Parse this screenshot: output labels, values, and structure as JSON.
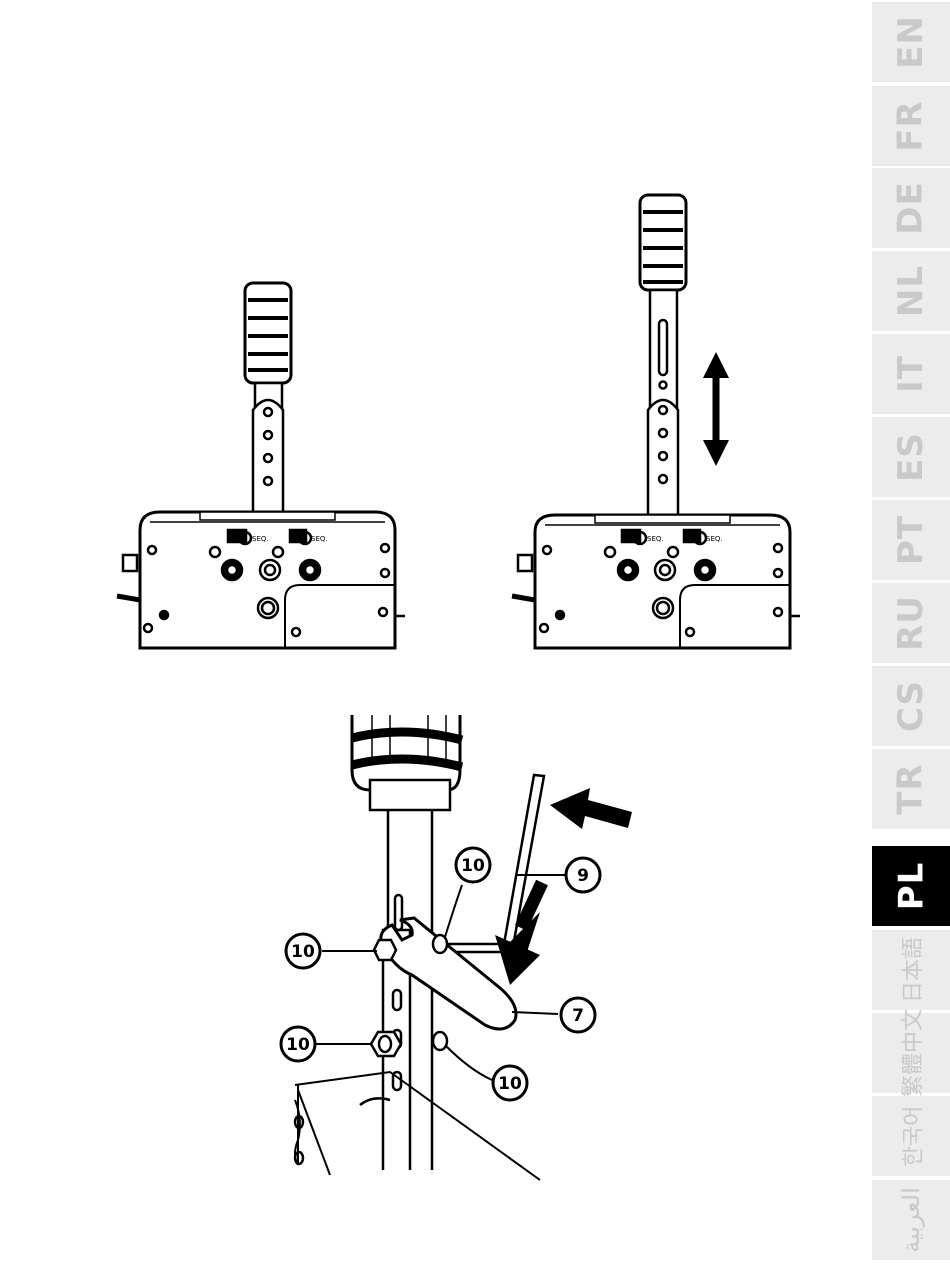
{
  "languages": [
    {
      "code": "EN",
      "active": false,
      "script": "latin"
    },
    {
      "code": "FR",
      "active": false,
      "script": "latin"
    },
    {
      "code": "DE",
      "active": false,
      "script": "latin"
    },
    {
      "code": "NL",
      "active": false,
      "script": "latin"
    },
    {
      "code": "IT",
      "active": false,
      "script": "latin"
    },
    {
      "code": "ES",
      "active": false,
      "script": "latin"
    },
    {
      "code": "PT",
      "active": false,
      "script": "latin"
    },
    {
      "code": "RU",
      "active": false,
      "script": "latin"
    },
    {
      "code": "CS",
      "active": false,
      "script": "latin"
    },
    {
      "code": "TR",
      "active": false,
      "script": "latin"
    },
    {
      "code": "PL",
      "active": true,
      "script": "latin"
    },
    {
      "code": "日本語",
      "active": false,
      "script": "cjk"
    },
    {
      "code": "繁體中文",
      "active": false,
      "script": "cjk"
    },
    {
      "code": "한국어",
      "active": false,
      "script": "cjk"
    },
    {
      "code": "العربية",
      "active": false,
      "script": "ar"
    }
  ],
  "device_labels": {
    "seq_left": "SEQ.",
    "seq_right": "SEQ."
  },
  "callouts": {
    "hex_key": "9",
    "wrench": "7",
    "screw_top": "10",
    "nut_upper": "10",
    "nut_lower": "10",
    "screw_bottom": "10"
  },
  "colors": {
    "tab_active_bg": "#000000",
    "tab_active_text": "#ffffff",
    "tab_inactive_bg": "#ececec",
    "tab_inactive_text": "#c9c9c9",
    "line_art": "#000000"
  }
}
